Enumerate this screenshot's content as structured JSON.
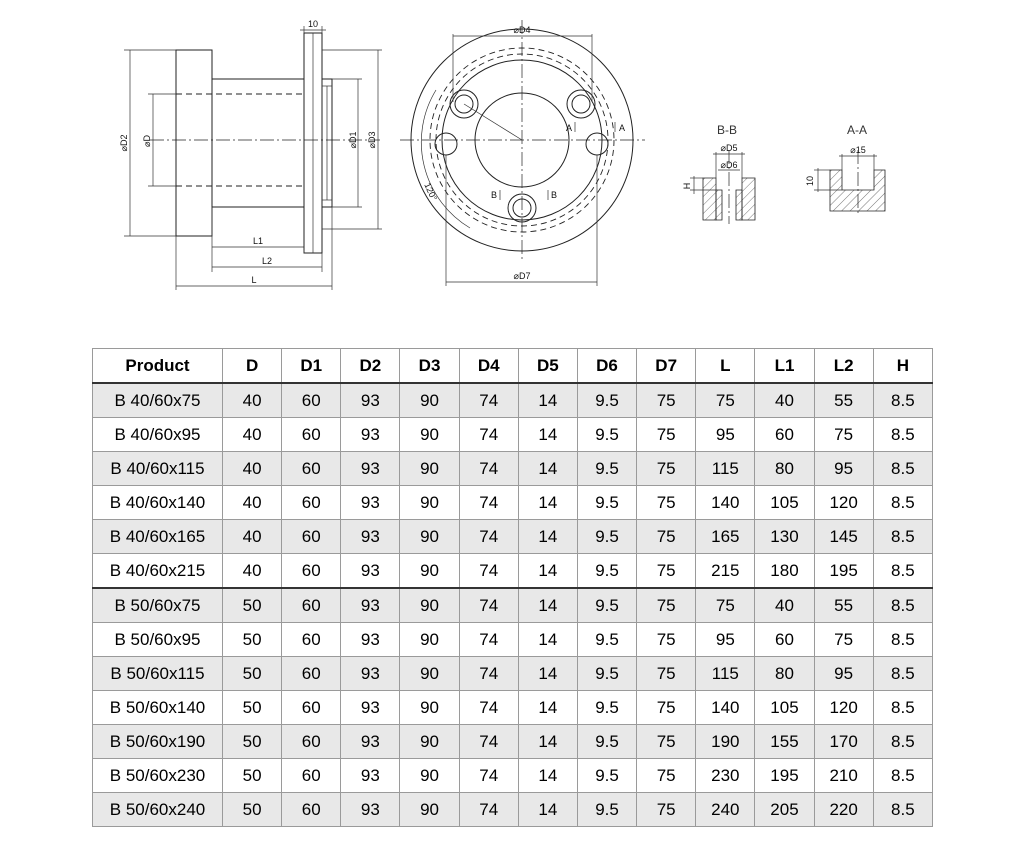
{
  "drawing": {
    "labels": {
      "d": "⌀D",
      "d1": "⌀D1",
      "d2": "⌀D2",
      "d3": "⌀D3",
      "d4": "⌀D4",
      "d5": "⌀D5",
      "d6": "⌀D6",
      "d7": "⌀D7",
      "flange_width": "10",
      "l": "L",
      "l1": "L1",
      "l2": "L2",
      "h": "H",
      "angle": "120°",
      "section_bb": "B-B",
      "section_aa": "A-A",
      "aa_diameter": "⌀15",
      "aa_depth": "10",
      "marker_a": "A",
      "marker_b": "B"
    }
  },
  "table": {
    "headers": [
      "Product",
      "D",
      "D1",
      "D2",
      "D3",
      "D4",
      "D5",
      "D6",
      "D7",
      "L",
      "L1",
      "L2",
      "H"
    ],
    "rows": [
      [
        "B 40/60x75",
        "40",
        "60",
        "93",
        "90",
        "74",
        "14",
        "9.5",
        "75",
        "75",
        "40",
        "55",
        "8.5"
      ],
      [
        "B 40/60x95",
        "40",
        "60",
        "93",
        "90",
        "74",
        "14",
        "9.5",
        "75",
        "95",
        "60",
        "75",
        "8.5"
      ],
      [
        "B 40/60x115",
        "40",
        "60",
        "93",
        "90",
        "74",
        "14",
        "9.5",
        "75",
        "115",
        "80",
        "95",
        "8.5"
      ],
      [
        "B 40/60x140",
        "40",
        "60",
        "93",
        "90",
        "74",
        "14",
        "9.5",
        "75",
        "140",
        "105",
        "120",
        "8.5"
      ],
      [
        "B 40/60x165",
        "40",
        "60",
        "93",
        "90",
        "74",
        "14",
        "9.5",
        "75",
        "165",
        "130",
        "145",
        "8.5"
      ],
      [
        "B 40/60x215",
        "40",
        "60",
        "93",
        "90",
        "74",
        "14",
        "9.5",
        "75",
        "215",
        "180",
        "195",
        "8.5"
      ],
      [
        "B 50/60x75",
        "50",
        "60",
        "93",
        "90",
        "74",
        "14",
        "9.5",
        "75",
        "75",
        "40",
        "55",
        "8.5"
      ],
      [
        "B 50/60x95",
        "50",
        "60",
        "93",
        "90",
        "74",
        "14",
        "9.5",
        "75",
        "95",
        "60",
        "75",
        "8.5"
      ],
      [
        "B 50/60x115",
        "50",
        "60",
        "93",
        "90",
        "74",
        "14",
        "9.5",
        "75",
        "115",
        "80",
        "95",
        "8.5"
      ],
      [
        "B 50/60x140",
        "50",
        "60",
        "93",
        "90",
        "74",
        "14",
        "9.5",
        "75",
        "140",
        "105",
        "120",
        "8.5"
      ],
      [
        "B 50/60x190",
        "50",
        "60",
        "93",
        "90",
        "74",
        "14",
        "9.5",
        "75",
        "190",
        "155",
        "170",
        "8.5"
      ],
      [
        "B 50/60x230",
        "50",
        "60",
        "93",
        "90",
        "74",
        "14",
        "9.5",
        "75",
        "230",
        "195",
        "210",
        "8.5"
      ],
      [
        "B 50/60x240",
        "50",
        "60",
        "93",
        "90",
        "74",
        "14",
        "9.5",
        "75",
        "240",
        "205",
        "220",
        "8.5"
      ]
    ]
  }
}
